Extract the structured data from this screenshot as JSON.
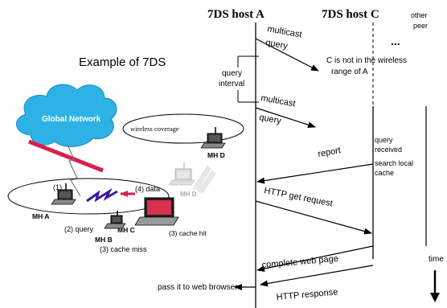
{
  "title": "Example of 7DS",
  "hosts": {
    "host_a": "7DS  host A",
    "host_c": "7DS  host C",
    "other_peer": [
      "other",
      "peer"
    ],
    "ellipsis": "..."
  },
  "network": {
    "cloud_label": "Global Network",
    "wireless_coverage": "wireless coverage",
    "nodes": {
      "mh_a": "MH A",
      "mh_b": "MH B",
      "mh_c": "MH C",
      "mh_d": "MH D",
      "mh_d_ghost": "MH D"
    },
    "steps": {
      "step1": "(1)",
      "step2": "(2) query",
      "step3_miss": "(3) cache miss",
      "step3_hit": "(3) cache hit",
      "step4": "(4) data"
    },
    "pass_to_browser": "pass it to web browser"
  },
  "timeline": {
    "multicast1": [
      "multicast",
      "query"
    ],
    "not_in_range": [
      "C is not in the wireless",
      "range of A"
    ],
    "query_interval": [
      "query",
      "interval"
    ],
    "multicast2": [
      "multicast",
      "query"
    ],
    "query_received": [
      "query",
      "received"
    ],
    "search_local": [
      "search local",
      "cache"
    ],
    "report": "report",
    "http_get": "HTTP get request",
    "complete_page": "complete web page",
    "http_response": "HTTP response",
    "time": "time"
  },
  "colors": {
    "cloud": "#2db2e6",
    "cloud_text": "#ffffff",
    "wall": "#d8204a",
    "lightning": "#3a1a9e",
    "data_arrow": "#d8204a",
    "laptop_screen": "#d83050"
  }
}
